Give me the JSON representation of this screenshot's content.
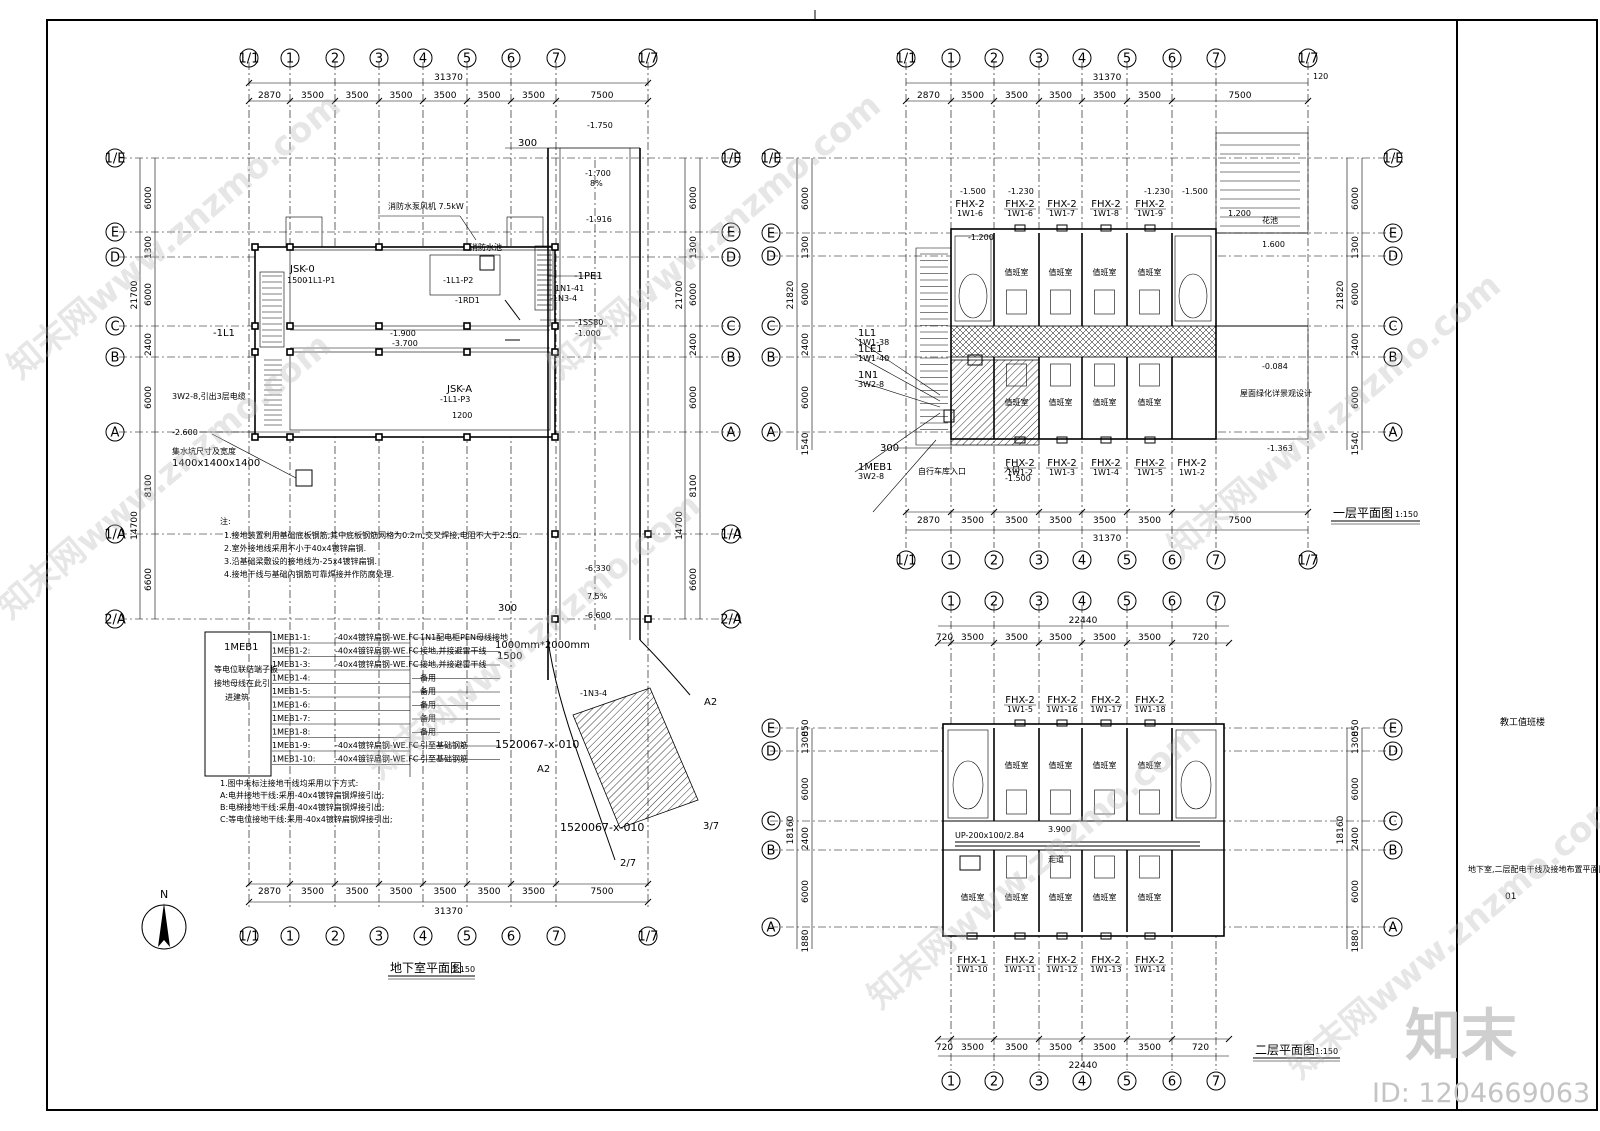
{
  "title_block": {
    "project": "教工值班楼",
    "drawing_title": "地下室,二层配电干线及接地布置平面图",
    "sheet_no": "01"
  },
  "brand": {
    "logo": "知末",
    "id_text": "ID: 1204669063",
    "watermark": "知末网www.znzmo.com"
  },
  "north": "N",
  "basement": {
    "title": "地下室平面图",
    "scale": "1:150",
    "total": "31370",
    "spans": [
      "2870",
      "3500",
      "3500",
      "3500",
      "3500",
      "3500",
      "3500",
      "7500"
    ],
    "axes_x": [
      "1/1",
      "1",
      "2",
      "3",
      "4",
      "5",
      "6",
      "7",
      "1/7"
    ],
    "axes_y": [
      "1/E",
      "E",
      "D",
      "C",
      "B",
      "A",
      "1/A",
      "2/A"
    ],
    "v_dims": [
      "6000",
      "1300",
      "6000",
      "2400",
      "6000",
      "8100",
      "6600"
    ],
    "v_totals": [
      "21700",
      "14700"
    ],
    "labels": {
      "fan": "消防水泵风机 7.5kW",
      "jsk0": "JSK-0",
      "jsk_a": "JSK-A",
      "l1": "-1L1",
      "pe1": "-1PE1",
      "rd1": "-1RD1",
      "l1p1": "-1L1-P1",
      "l1p2": "-1L1-P2",
      "l1p3": "-1L1-P3",
      "n41": "1N1-41",
      "n3": "-1N3-4",
      "fire": "消防水池",
      "pit": "集水坑尺寸及宽度",
      "pit_size": "1400x1400x1400",
      "level_a": "-1.750",
      "level_b": "-1.700",
      "level_c": "-1.916",
      "level_d": "-6.330",
      "level_e": "-6.600",
      "level_f": "-1.900",
      "level_g": "-3.700",
      "level_h": "-1.000",
      "slope": "8%",
      "slope2": "7.5%",
      "w300": "300",
      "w1500": "1500",
      "w1200": "1200",
      "door_size": "1000mm*2000mm",
      "ramp_ref": "1520067-x-010",
      "ramp_ref2": "1520067-x-010",
      "ss80": "-1SS80",
      "cable": "3W2-8",
      "level_i": "-2.600",
      "cable_note": "3W2-8,引出3层电缆",
      "a2": "A2",
      "ax27": "2/7",
      "ax37": "3/7"
    },
    "notes": [
      "注:",
      "1.接地装置利用基础底板钢筋,其中底板钢筋网格为0.2m,交叉焊接,电阻不大于2.5Ω.",
      "2.室外接地线采用不小于40x4镀锌扁钢.",
      "3.沿基础梁敷设的接地线为-25x4镀锌扁钢.",
      "4.接地干线与基础内钢筋可靠焊接并作防腐处理."
    ],
    "meb": {
      "name": "1MEB1",
      "desc": [
        "等电位联结端子板",
        "接地母线在此引",
        "进建筑"
      ],
      "rows": [
        {
          "id": "1MEB1-1:",
          "spec": "-40x4镀锌扁钢-WE.FC",
          "dest": "1N1配电柜PEN母线接地"
        },
        {
          "id": "1MEB1-2:",
          "spec": "-40x4镀锌扁钢-WE.FC",
          "dest": "接地,并接避雷干线"
        },
        {
          "id": "1MEB1-3:",
          "spec": "-40x4镀锌扁钢-WE.FC",
          "dest": "接地,并接避雷干线"
        },
        {
          "id": "1MEB1-4:",
          "spec": "",
          "dest": "备用"
        },
        {
          "id": "1MEB1-5:",
          "spec": "",
          "dest": "备用"
        },
        {
          "id": "1MEB1-6:",
          "spec": "",
          "dest": "备用"
        },
        {
          "id": "1MEB1-7:",
          "spec": "",
          "dest": "备用"
        },
        {
          "id": "1MEB1-8:",
          "spec": "",
          "dest": "备用"
        },
        {
          "id": "1MEB1-9:",
          "spec": "-40x4镀锌扁钢-WE.FC",
          "dest": "引至基础钢筋"
        },
        {
          "id": "1MEB1-10:",
          "spec": "-40x4镀锌扁钢-WE.FC",
          "dest": "引至基础钢筋"
        }
      ]
    },
    "ground_notes": [
      "1.图中未标注接地干线均采用以下方式:",
      "A:电井接地干线:采用-40x4镀锌扁钢焊接引出;",
      "B:电梯接地干线:采用-40x4镀锌扁钢焊接引出;",
      "C:等电位接地干线:采用-40x4镀锌扁钢焊接引出;"
    ]
  },
  "first_floor": {
    "title": "一层平面图",
    "scale": "1:150",
    "total": "31370",
    "spans": [
      "2870",
      "3500",
      "3500",
      "3500",
      "3500",
      "3500",
      "7500"
    ],
    "axes_x": [
      "1/1",
      "1",
      "2",
      "3",
      "4",
      "5",
      "6",
      "7",
      "1/7"
    ],
    "axes_y": [
      "1/E",
      "E",
      "D",
      "C",
      "B",
      "A"
    ],
    "v_dims": [
      "6000",
      "1300",
      "6000",
      "2400",
      "6000",
      "1540"
    ],
    "v_total": "21820",
    "edge": "120",
    "room": "值班室",
    "room_garden": "屋面绿化详景观设计",
    "flower": "花池",
    "entrance": "入口",
    "car": "自行车库入口",
    "panels": [
      "FHX-2",
      "FHX-2",
      "FHX-2",
      "FHX-2"
    ],
    "panel_refs_top": [
      "1W1-6",
      "1W1-7",
      "1W1-8",
      "1W1-9"
    ],
    "panel_refs_bot": [
      "1W1-2",
      "1W1-3",
      "1W1-4",
      "1W1-5"
    ],
    "feeders": [
      "1L1",
      "1LE1",
      "1N1",
      "1MEB1"
    ],
    "feeder_refs": [
      "1W1-38",
      "1W1-40",
      "3W2-8",
      "3W2-8"
    ],
    "levels": [
      "-1.500",
      "-1.230",
      "-1.200",
      "1.200",
      "1.600",
      "-0.084",
      "-1.363",
      "-1.500"
    ],
    "w300": "300"
  },
  "second_floor": {
    "title": "二层平面图",
    "scale": "1:150",
    "total": "22440",
    "spans": [
      "720",
      "3500",
      "3500",
      "3500",
      "3500",
      "3500",
      "720"
    ],
    "axes_x": [
      "1",
      "2",
      "3",
      "4",
      "5",
      "6",
      "7"
    ],
    "axes_y": [
      "E",
      "D",
      "C",
      "B",
      "A"
    ],
    "v_dims": [
      "1300",
      "6000",
      "2400",
      "6000",
      "1880"
    ],
    "v_total": "18160",
    "v_top": "850",
    "room": "值班室",
    "corridor": "走道",
    "duct": "UP-200x100/2.84",
    "duct_level": "3.900",
    "panels_top": [
      "FHX-2",
      "FHX-2",
      "FHX-2",
      "FHX-2"
    ],
    "panels_top_refs": [
      "1W1-5",
      "1W1-16",
      "1W1-17",
      "1W1-18"
    ],
    "panels_bot": [
      "FHX-1",
      "FHX-2",
      "FHX-2",
      "FHX-2",
      "FHX-2"
    ],
    "panels_bot_refs": [
      "1W1-10",
      "1W1-11",
      "1W1-12",
      "1W1-13",
      "1W1-14"
    ]
  }
}
